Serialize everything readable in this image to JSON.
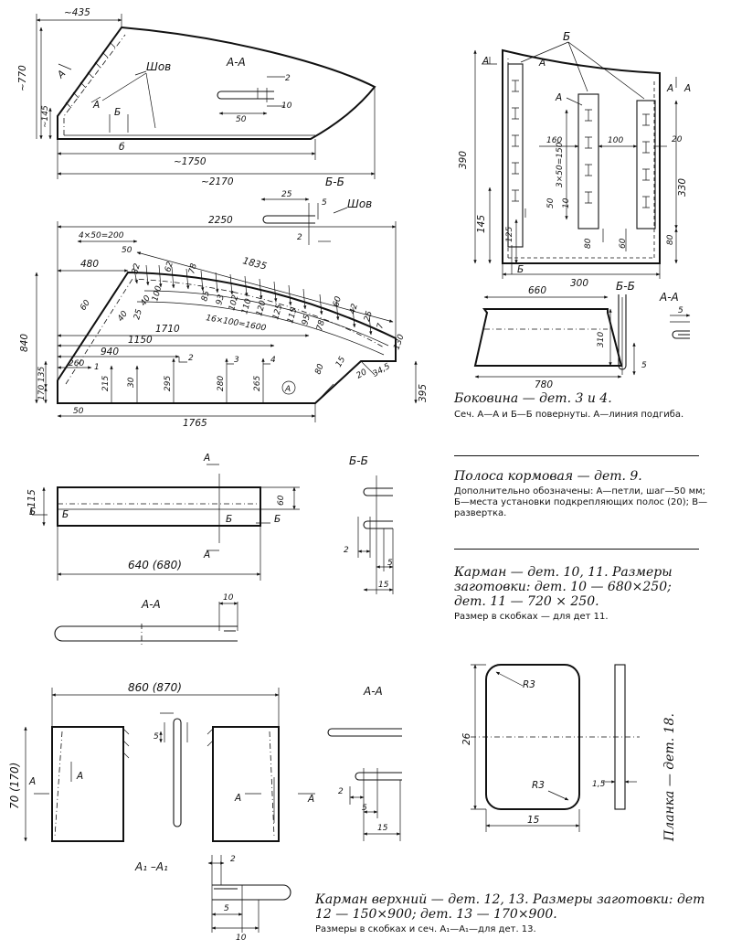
{
  "captions": {
    "bokovina_title": "Боковина — дет. 3 и 4.",
    "bokovina_note": "Сеч. А—А и Б—Б повернуты. А—линия подгиба.",
    "polosa_title": "Полоса кормовая — дет. 9.",
    "polosa_note": "Дополнительно обозначены: А—петли, шаг—50 мм; Б—места установки подкрепляющих полос (20); В—развертка.",
    "karman_title": "Карман — дет. 10, 11. Размеры заготовки: дет. 10 — 680×250; дет. 11 — 720 × 250.",
    "karman_note": "Размер в скобках — для дет 11.",
    "planka_title": "Планка — дет. 18.",
    "karman_top_title": "Карман верхний — дет. 12, 13. Размеры заготовки: дет 12 — 150×900; дет. 13 — 170×900.",
    "karman_top_note": "Размеры в скобках и сеч. А₁—А₁—для дет. 13."
  },
  "fig1": {
    "d_435": "~435",
    "d_770": "~770",
    "d_145": "~145",
    "d_6": "б",
    "d_1750": "~1750",
    "d_2170": "~2170",
    "shov": "Шов",
    "sec_aa": "А-А",
    "aa_2": "2",
    "aa_10": "10",
    "aa_50": "50",
    "label_a": "А",
    "label_b": "Б",
    "sec_bb": "Б-Б",
    "bb_25": "25",
    "bb_5": "5",
    "bb_2": "2",
    "bb_shov": "Шов"
  },
  "fig2": {
    "d_2250": "2250",
    "d_4x50": "4×50=200",
    "d_50": "50",
    "d_1835": "1835",
    "d_480": "480",
    "d_60": "60",
    "d_840": "840",
    "d_135": "135",
    "d_170": "170",
    "d_16x100": "16×100=1600",
    "d_1710": "1710",
    "d_1150": "1150",
    "d_940": "940",
    "d_260": "260",
    "d_1765": "1765",
    "d_50b": "50",
    "d_395": "395",
    "d_130": "130",
    "d_345": "34,5",
    "d_20": "20",
    "d_15": "15",
    "d_80": "80",
    "circle_a": "A",
    "top_dims": [
      "32",
      "62",
      "78",
      "85",
      "93",
      "102",
      "110",
      "120",
      "125",
      "115",
      "95",
      "78",
      "60",
      "42",
      "25",
      "7"
    ],
    "inner_dims": [
      "100",
      "25",
      "40",
      "40"
    ],
    "verticals": [
      "215",
      "30",
      "295",
      "280",
      "265"
    ],
    "marks": [
      "1",
      "2",
      "3",
      "4"
    ]
  },
  "fig3": {
    "label_b": "Б",
    "label_a": "А",
    "d_390": "390",
    "d_145": "145",
    "d_125": "125",
    "d_330": "330",
    "d_20": "20",
    "d_160": "160",
    "d_100": "100",
    "d_3x50": "3×50=150",
    "d_50": "50",
    "d_10": "10",
    "d_80a": "80",
    "d_60": "60",
    "d_80b": "80",
    "d_300": "300"
  },
  "fig4": {
    "d_660": "660",
    "d_310": "310",
    "d_780": "780",
    "sec_bb": "Б-Б",
    "sec_aa": "А-А",
    "d_5a": "5",
    "d_5b": "5"
  },
  "fig5": {
    "d_115": "~115",
    "d_60": "60",
    "d_640": "640 (680)",
    "label_a": "А",
    "label_b": "Б",
    "sec_bb": "Б-Б",
    "bb_2": "2",
    "bb_5": "5",
    "bb_15": "15",
    "sec_aa": "А-А",
    "aa_10": "10"
  },
  "fig6": {
    "d_860": "860 (870)",
    "d_70": "70 (170)",
    "d_5": "5",
    "label_a": "А",
    "sec_aa": "А-А",
    "aa_2": "2",
    "aa_5": "5",
    "aa_15": "15",
    "sec_a1": "А₁ –А₁",
    "a1_2": "2",
    "a1_5": "5",
    "a1_10": "10"
  },
  "fig7": {
    "r3a": "R3",
    "r3b": "R3",
    "d_26": "26",
    "d_15": "15",
    "d_15t": "1,5"
  }
}
